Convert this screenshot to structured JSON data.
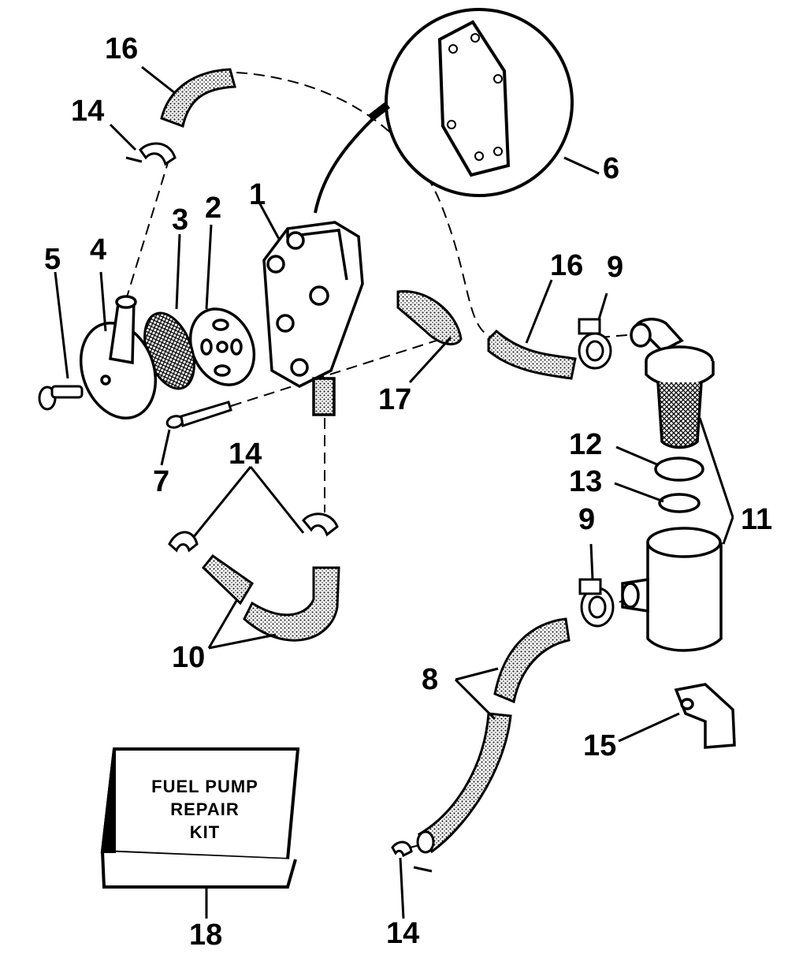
{
  "diagram": {
    "callouts": [
      {
        "key": "c16a",
        "text": "16"
      },
      {
        "key": "c14a",
        "text": "14"
      },
      {
        "key": "c6",
        "text": "6"
      },
      {
        "key": "c1",
        "text": "1"
      },
      {
        "key": "c2",
        "text": "2"
      },
      {
        "key": "c3",
        "text": "3"
      },
      {
        "key": "c4",
        "text": "4"
      },
      {
        "key": "c5",
        "text": "5"
      },
      {
        "key": "c16b",
        "text": "16"
      },
      {
        "key": "c9a",
        "text": "9"
      },
      {
        "key": "c17",
        "text": "17"
      },
      {
        "key": "c7",
        "text": "7"
      },
      {
        "key": "c14b",
        "text": "14"
      },
      {
        "key": "c12",
        "text": "12"
      },
      {
        "key": "c13",
        "text": "13"
      },
      {
        "key": "c9b",
        "text": "9"
      },
      {
        "key": "c11",
        "text": "11"
      },
      {
        "key": "c10",
        "text": "10"
      },
      {
        "key": "c8",
        "text": "8"
      },
      {
        "key": "c15",
        "text": "15"
      },
      {
        "key": "c18",
        "text": "18"
      },
      {
        "key": "c14c",
        "text": "14"
      }
    ],
    "kit_box": {
      "line1": "FUEL PUMP",
      "line2": "REPAIR",
      "line3": "KIT"
    }
  }
}
